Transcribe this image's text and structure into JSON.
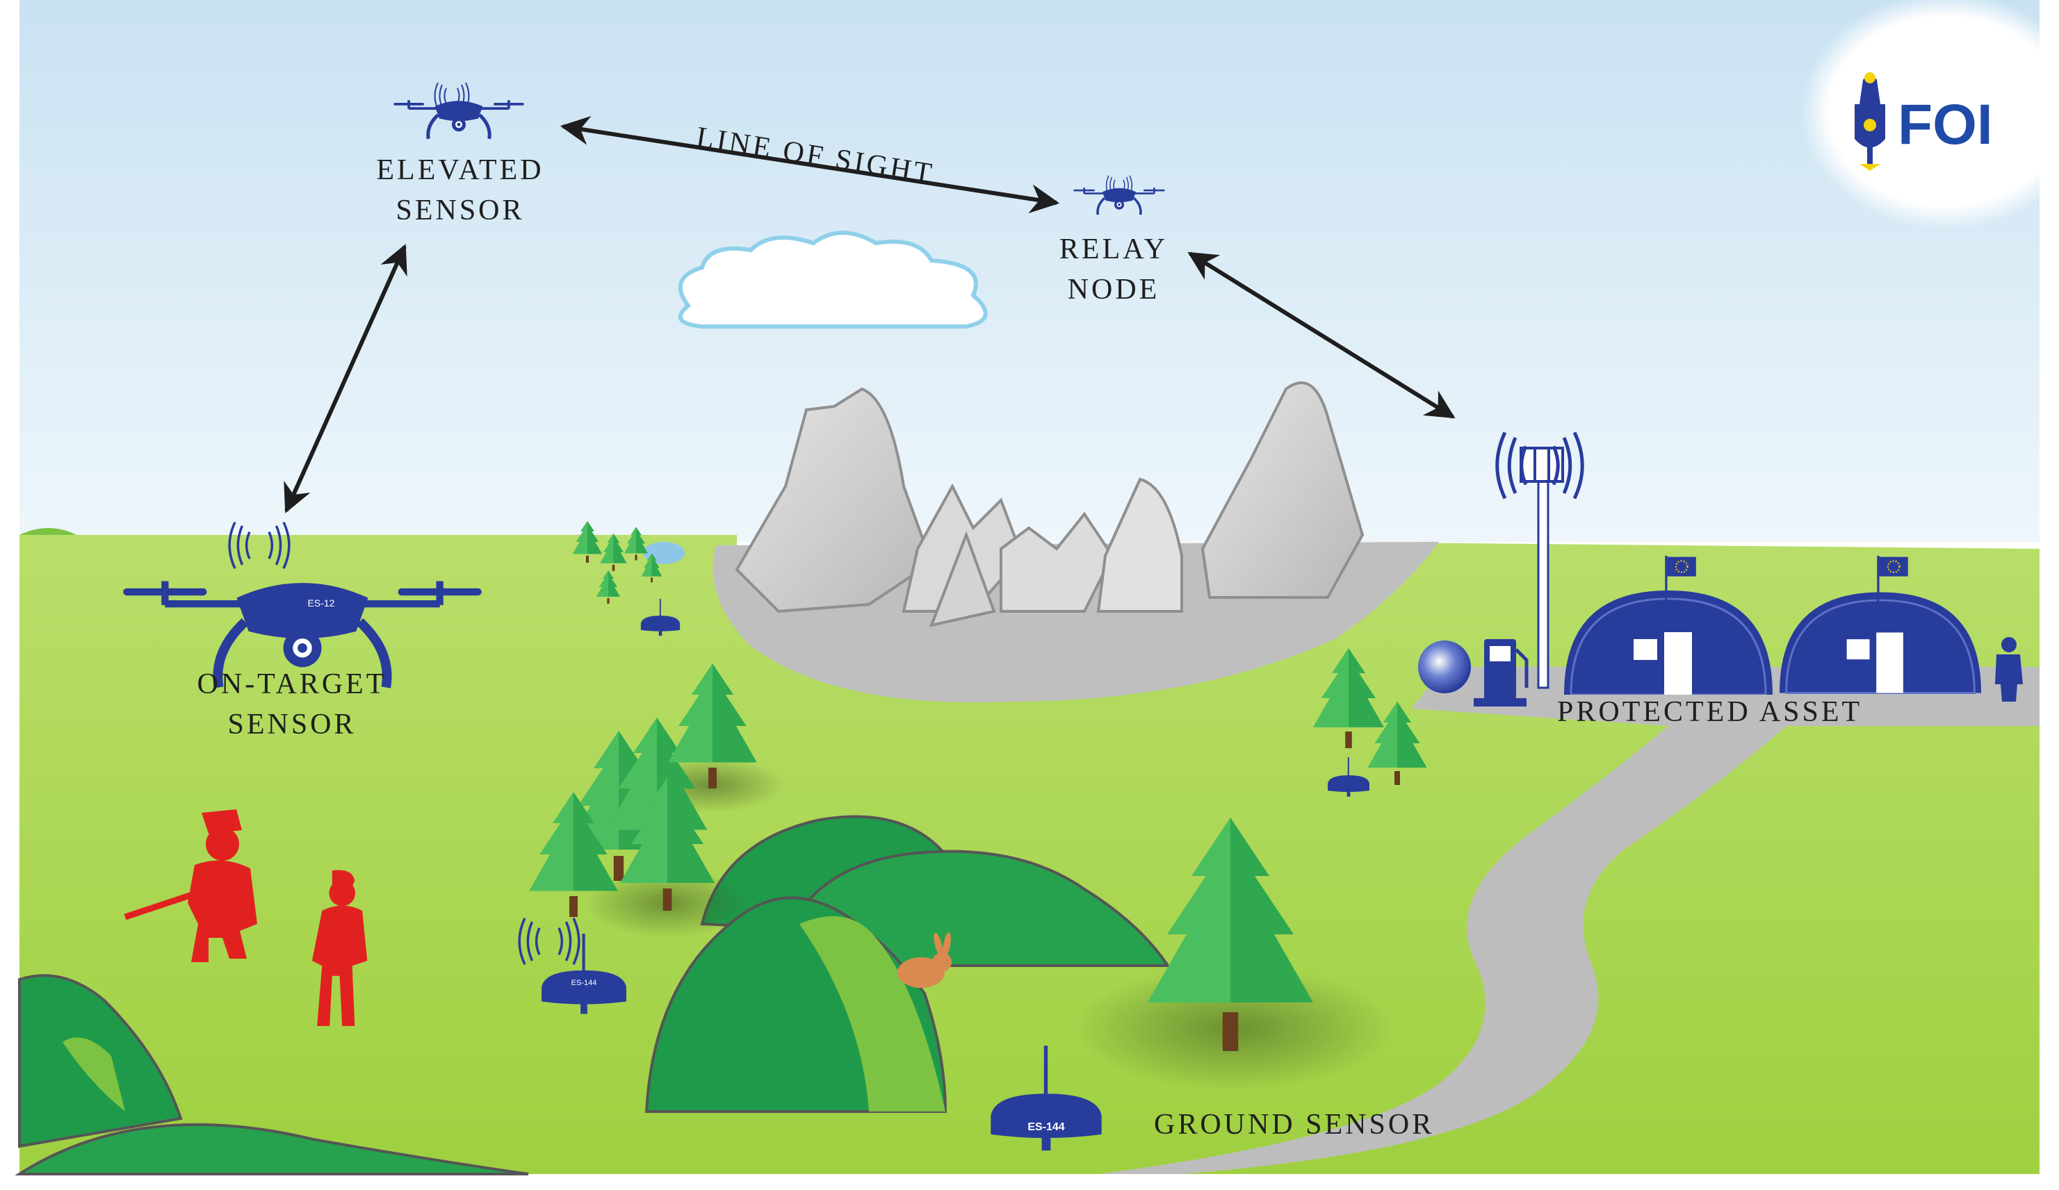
{
  "labels": {
    "elevated_sensor_line1": "ELEVATED",
    "elevated_sensor_line2": "SENSOR",
    "relay_node_line1": "RELAY",
    "relay_node_line2": "NODE",
    "line_of_sight": "LINE OF SIGHT",
    "on_target_sensor_line1": "ON-TARGET",
    "on_target_sensor_line2": "SENSOR",
    "protected_asset": "PROTECTED ASSET",
    "ground_sensor": "GROUND SENSOR"
  },
  "device_tags": {
    "drone": "ES-12",
    "ground_sensor_main": "ES-144",
    "ground_sensor_small": "ES-144"
  },
  "logo": {
    "text": "FOI"
  },
  "colors": {
    "sky": "#dcecf6",
    "grass": "#a6d64a",
    "hill_dark": "#1f9a4b",
    "hill_light": "#7cc343",
    "tree": "#2fa84f",
    "mountain": "#c9c9c9",
    "road": "#bdbdbd",
    "device": "#283c9c",
    "hostile": "#e1211f",
    "rabbit": "#d98a4e",
    "arrow": "#1e1e1e",
    "logo": "#1f4aa8"
  },
  "icons": {
    "drone": "quadcopter-icon",
    "tower": "radio-tower-icon",
    "hangar": "hangar-icon",
    "flag": "eu-flag-icon",
    "fuel": "fuel-pump-icon",
    "soldier": "soldier-icon",
    "rabbit": "rabbit-icon",
    "cloud": "cloud-icon"
  }
}
